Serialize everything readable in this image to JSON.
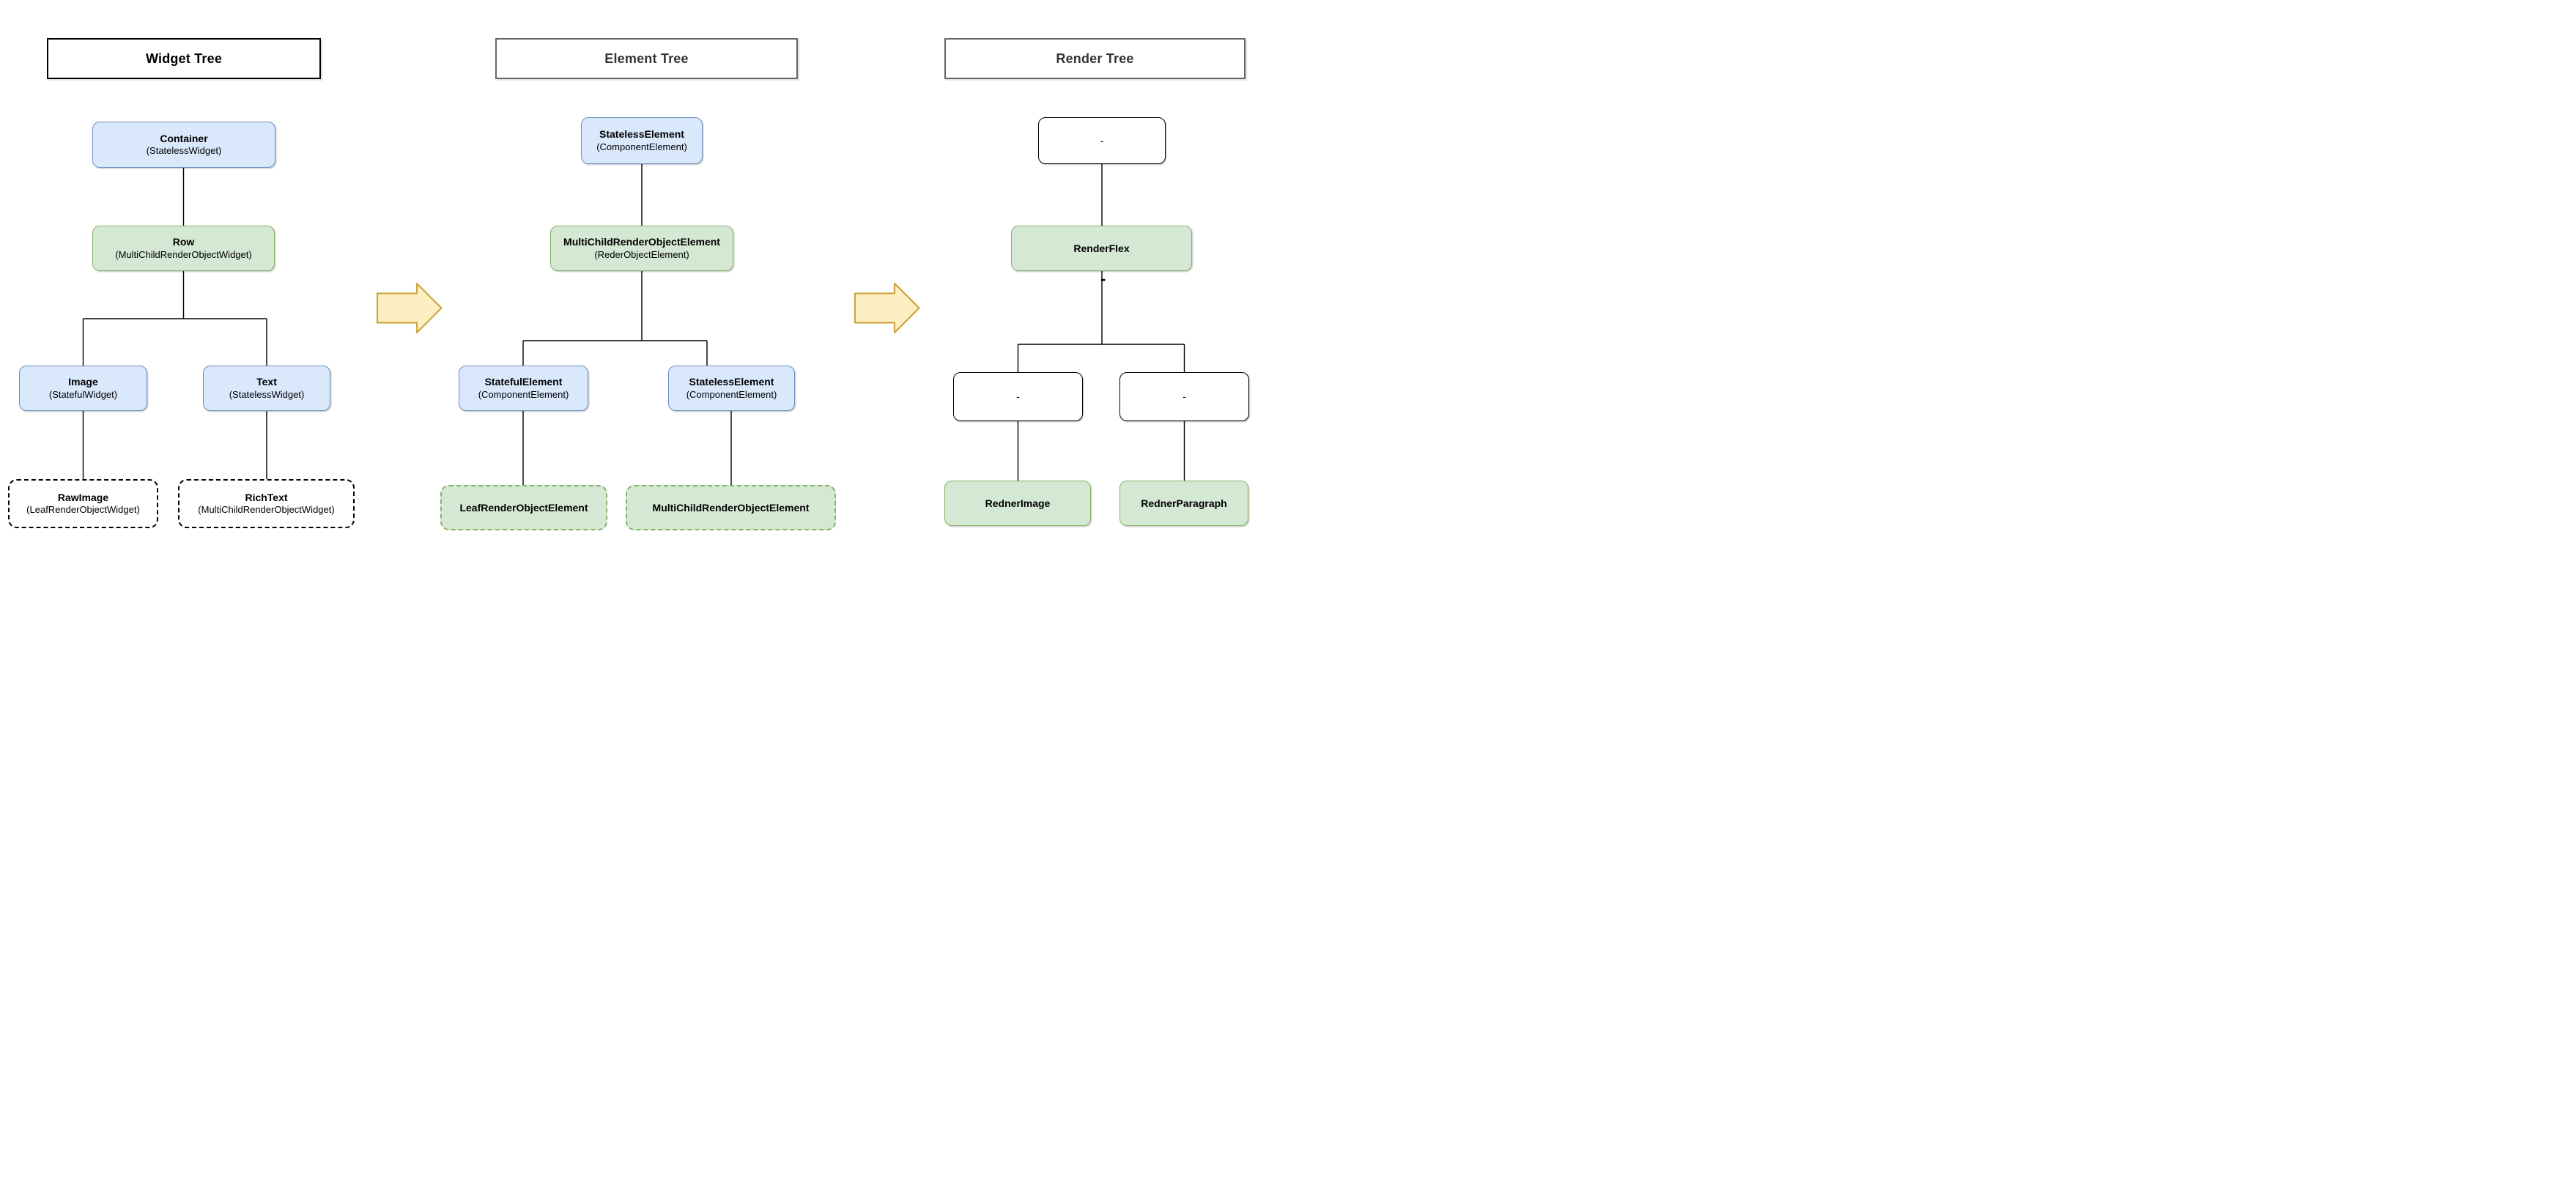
{
  "diagram": {
    "colors": {
      "blue_fill": "#dae8fc",
      "blue_border": "#6c8ebf",
      "green_fill": "#d5e8d4",
      "green_border": "#82b366",
      "arrow_fill": "#fbefc3",
      "arrow_border": "#cea63f",
      "connector": "#000000"
    },
    "columns": [
      {
        "title": "Widget Tree",
        "nodes": [
          {
            "title": "Container",
            "subtitle": "(StatelessWidget)"
          },
          {
            "title": "Row",
            "subtitle": "(MultiChildRenderObjectWidget)"
          },
          {
            "title": "Image",
            "subtitle": "(StatefulWidget)"
          },
          {
            "title": "Text",
            "subtitle": "(StatelessWidget)"
          },
          {
            "title": "RawImage",
            "subtitle": "(LeafRenderObjectWidget)"
          },
          {
            "title": "RichText",
            "subtitle": "(MultiChildRenderObjectWidget)"
          }
        ]
      },
      {
        "title": "Element Tree",
        "nodes": [
          {
            "title": "StatelessElement",
            "subtitle": "(ComponentElement)"
          },
          {
            "title": "MultiChildRenderObjectElement",
            "subtitle": "(RederObjectElement)"
          },
          {
            "title": "StatefulElement",
            "subtitle": "(ComponentElement)"
          },
          {
            "title": "StatelessElement",
            "subtitle": "(ComponentElement)"
          },
          {
            "title": "LeafRenderObjectElement"
          },
          {
            "title": "MultiChildRenderObjectElement"
          }
        ]
      },
      {
        "title": "Render Tree",
        "nodes": [
          {
            "title": "-"
          },
          {
            "title": "RenderFlex"
          },
          {
            "title": "-"
          },
          {
            "title": "-"
          },
          {
            "title": "RednerImage"
          },
          {
            "title": "RednerParagraph"
          }
        ]
      }
    ],
    "edge_label": "-",
    "arrows": [
      {
        "name": "widget-to-element"
      },
      {
        "name": "element-to-render"
      }
    ]
  }
}
